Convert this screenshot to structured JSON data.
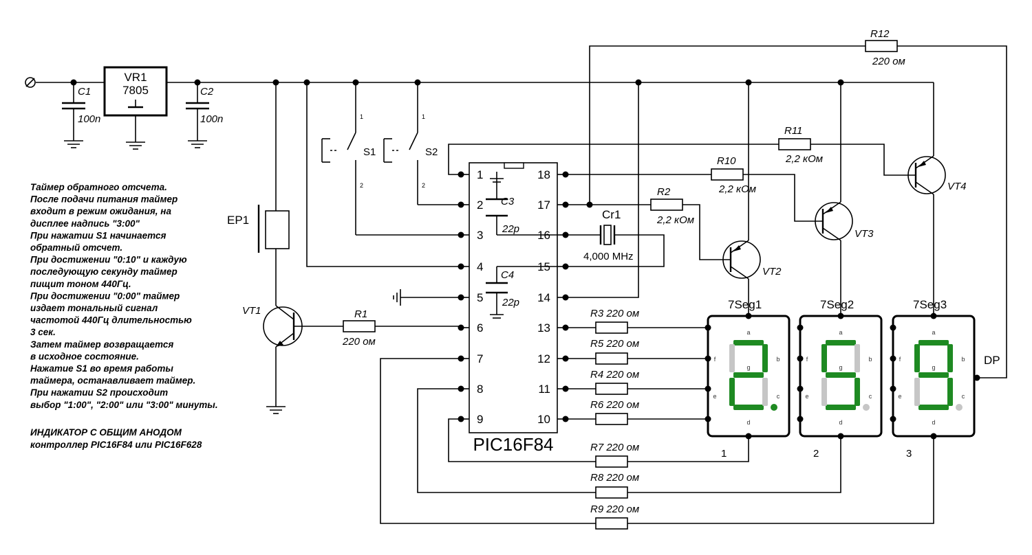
{
  "components": {
    "input_terminal": "⊘",
    "regulator": {
      "name": "VR1",
      "part": "7805"
    },
    "c1": {
      "name": "C1",
      "value": "100n"
    },
    "c2": {
      "name": "C2",
      "value": "100n"
    },
    "c3": {
      "name": "C3",
      "value": "22p"
    },
    "c4": {
      "name": "C4",
      "value": "22p"
    },
    "s1": {
      "name": "S1",
      "pin_top": "1",
      "pin_bottom": "2"
    },
    "s2": {
      "name": "S2",
      "pin_top": "1",
      "pin_bottom": "2"
    },
    "buzzer": {
      "name": "EP1"
    },
    "crystal": {
      "name": "Cr1",
      "value": "4,000 MHz"
    },
    "mcu": {
      "name": "PIC16F84",
      "left_pins": [
        "1",
        "2",
        "3",
        "4",
        "5",
        "6",
        "7",
        "8",
        "9"
      ],
      "right_pins": [
        "18",
        "17",
        "16",
        "15",
        "14",
        "13",
        "12",
        "11",
        "10"
      ]
    },
    "vt1": {
      "name": "VT1"
    },
    "vt2": {
      "name": "VT2"
    },
    "vt3": {
      "name": "VT3"
    },
    "vt4": {
      "name": "VT4"
    },
    "r1": {
      "name": "R1",
      "value": "220 ом"
    },
    "r2": {
      "name": "R2",
      "value": "2,2 кОм"
    },
    "r10": {
      "name": "R10",
      "value": "2,2 кОм"
    },
    "r11": {
      "name": "R11",
      "value": "2,2 кОм"
    },
    "r12": {
      "name": "R12",
      "value": "220 ом"
    },
    "r3": {
      "label": "R3 220 ом"
    },
    "r5": {
      "label": "R5 220 ом"
    },
    "r4": {
      "label": "R4 220 ом"
    },
    "r6": {
      "label": "R6 220 ом"
    },
    "r7": {
      "label": "R7 220 ом"
    },
    "r8": {
      "label": "R8 220 ом"
    },
    "r9": {
      "label": "R9 220 ом"
    },
    "displays": [
      {
        "name": "7Seg1",
        "number": "1"
      },
      {
        "name": "7Seg2",
        "number": "2"
      },
      {
        "name": "7Seg3",
        "number": "3"
      }
    ],
    "segment_letters": {
      "a": "a",
      "b": "b",
      "c": "c",
      "d": "d",
      "e": "e",
      "f": "f",
      "g": "g"
    },
    "dp_label": "DP"
  },
  "description": {
    "lines": [
      "Таймер обратного отсчета.",
      "После подачи питания таймер",
      "входит в режим ожидания, на",
      "дисплее надпись \"3:00\"",
      "При нажатии S1 начинается",
      "обратный отсчет.",
      "При достижении \"0:10\" и каждую",
      "последующую секунду таймер",
      "пищит тоном 440Гц.",
      "При достижении \"0:00\" таймер",
      "издает тональный сигнал",
      "частотой 440Гц длительностью",
      "3 сек.",
      "Затем таймер возвращается",
      "в исходное состояние.",
      "Нажатие S1 во время работы",
      "таймера, останавливает таймер.",
      "При нажатии S2 происходит",
      "выбор \"1:00\", \"2:00\" или \"3:00\" минуты."
    ],
    "footer_lines": [
      "ИНДИКАТОР С ОБЩИМ АНОДОМ",
      "контроллер PIC16F84 или PIC16F628"
    ]
  }
}
